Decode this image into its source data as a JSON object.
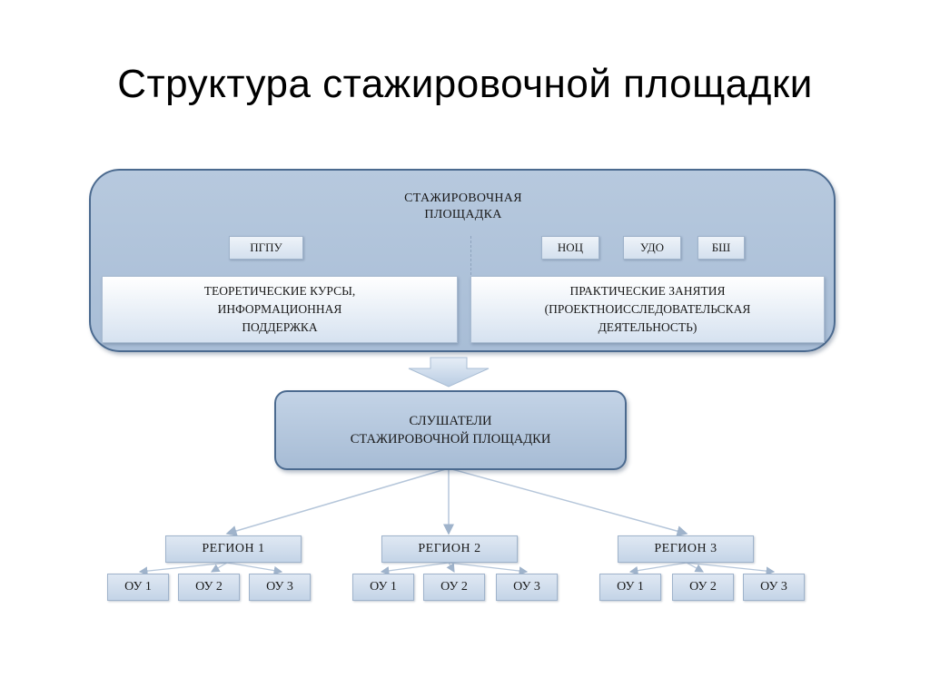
{
  "slide": {
    "title": "Структура стажировочной площадки"
  },
  "diagram": {
    "platform": {
      "title_line1": "СТАЖИРОВОЧНАЯ",
      "title_line2": "ПЛОЩАДКА",
      "left_tags": [
        "ПГПУ"
      ],
      "right_tags": [
        "НОЦ",
        "УДО",
        "БШ"
      ],
      "theory_panel": {
        "line1": "ТЕОРЕТИЧЕСКИЕ КУРСЫ,",
        "line2": "ИНФОРМАЦИОННАЯ",
        "line3": "ПОДДЕРЖКА"
      },
      "practice_panel": {
        "line1": "ПРАКТИЧЕСКИЕ ЗАНЯТИЯ",
        "line2": "(ПРОЕКТНОИССЛЕДОВАТЕЛЬСКАЯ",
        "line3": "ДЕЯТЕЛЬНОСТЬ)"
      }
    },
    "listeners": {
      "line1": "СЛУШАТЕЛИ",
      "line2": "СТАЖИРОВОЧНОЙ ПЛОЩАДКИ"
    },
    "regions": [
      {
        "label": "РЕГИОН  1",
        "schools": [
          "ОУ 1",
          "ОУ 2",
          "ОУ 3"
        ]
      },
      {
        "label": "РЕГИОН  2",
        "schools": [
          "ОУ 1",
          "ОУ 2",
          "ОУ 3"
        ]
      },
      {
        "label": "РЕГИОН  3",
        "schools": [
          "ОУ 1",
          "ОУ 2",
          "ОУ 3"
        ]
      }
    ],
    "colors": {
      "outer_fill": "#b7c9de",
      "outer_border": "#4b6a8f",
      "box_fill": "#c4d4e7",
      "connector": "#a9bdd4"
    }
  }
}
